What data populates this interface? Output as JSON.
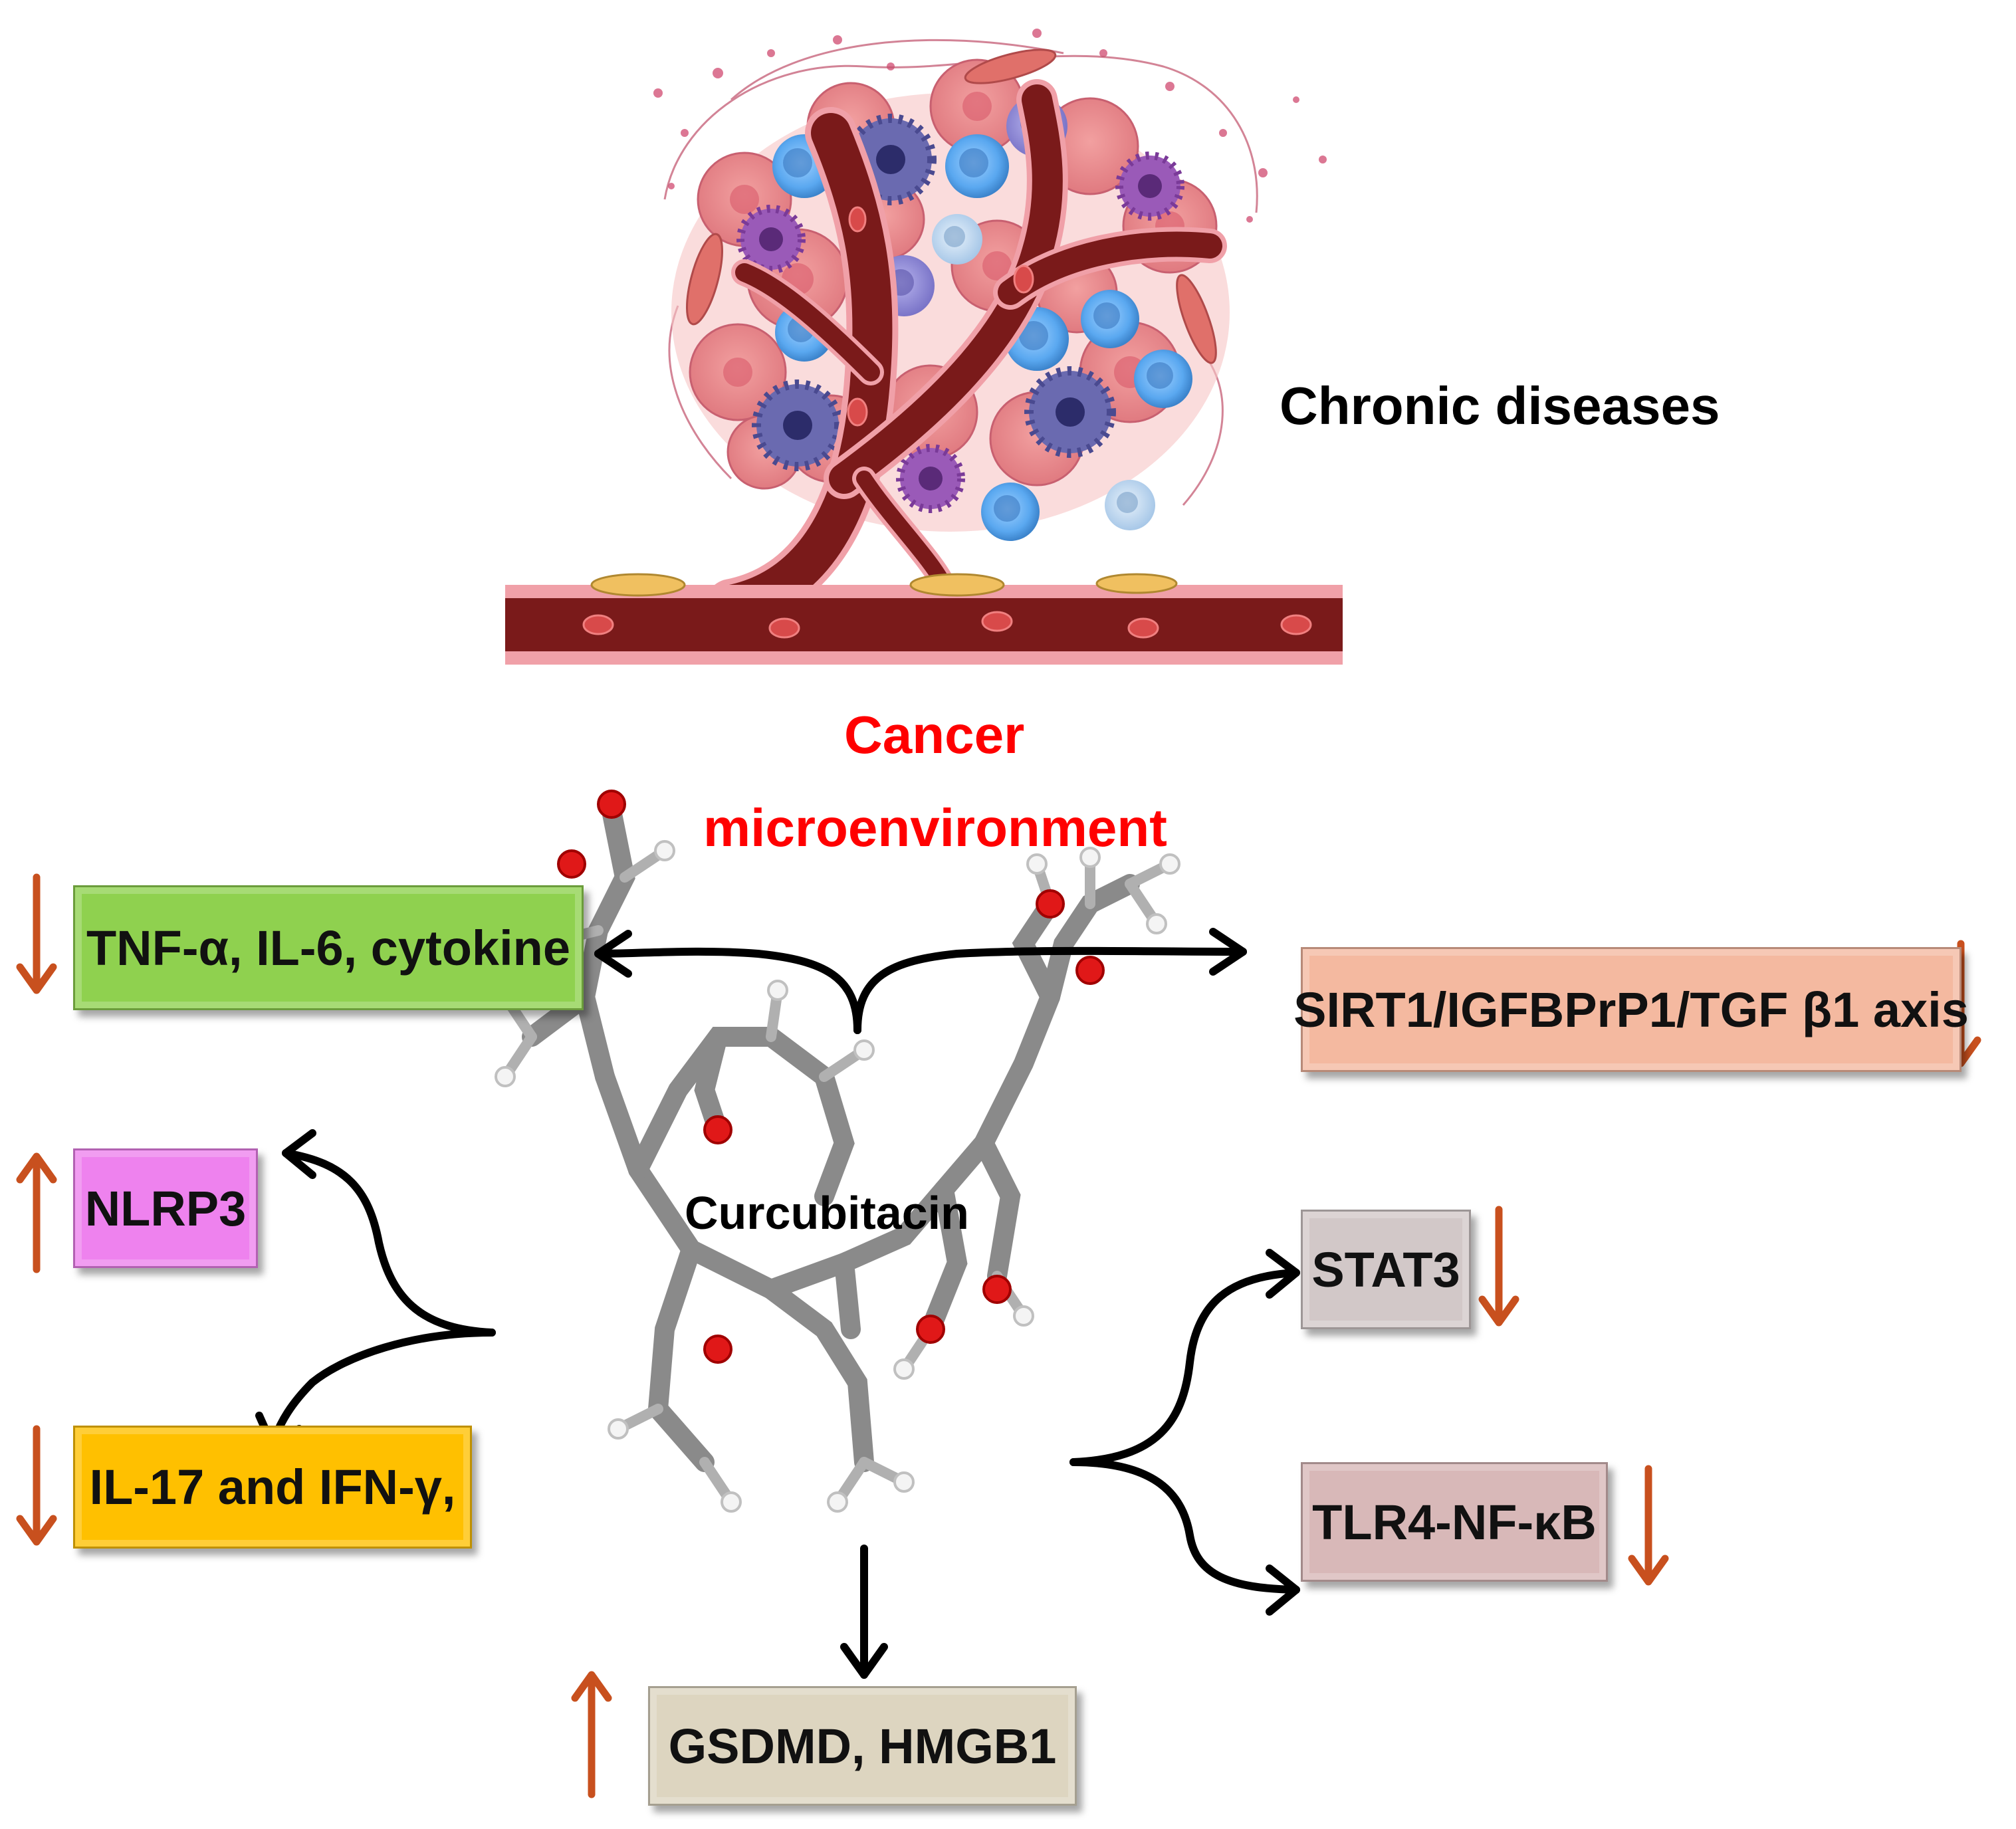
{
  "labels": {
    "chronic": "Chronic diseases",
    "cancer_line1": "Cancer",
    "cancer_line2": "microenvironment",
    "compound": "Curcubitacin"
  },
  "targets": [
    {
      "id": "tnf",
      "label": "TNF-α, IL-6, cytokine",
      "direction": "down",
      "color": "#8fd14f"
    },
    {
      "id": "sirt1",
      "label": "SIRT1/IGFBPrP1/TGF β1 axis",
      "direction": "down",
      "color": "#f4b9a0"
    },
    {
      "id": "nlrp3",
      "label": "NLRP3",
      "direction": "up",
      "color": "#ee82ee"
    },
    {
      "id": "il17",
      "label": "IL-17 and IFN-γ,",
      "direction": "down",
      "color": "#ffc000"
    },
    {
      "id": "stat3",
      "label": "STAT3",
      "direction": "down",
      "color": "#d2c8c8"
    },
    {
      "id": "tlr4",
      "label": "TLR4-NF-κB",
      "direction": "down",
      "color": "#d8b8b8"
    },
    {
      "id": "gsdmd",
      "label": "GSDMD, HMGB1",
      "direction": "up",
      "color": "#ddd5c0"
    }
  ],
  "colors": {
    "up_down_arrow": "#c8501e",
    "cancer_text": "#ff0000",
    "vessel": "#7a1a1a",
    "connector": "#000000"
  }
}
